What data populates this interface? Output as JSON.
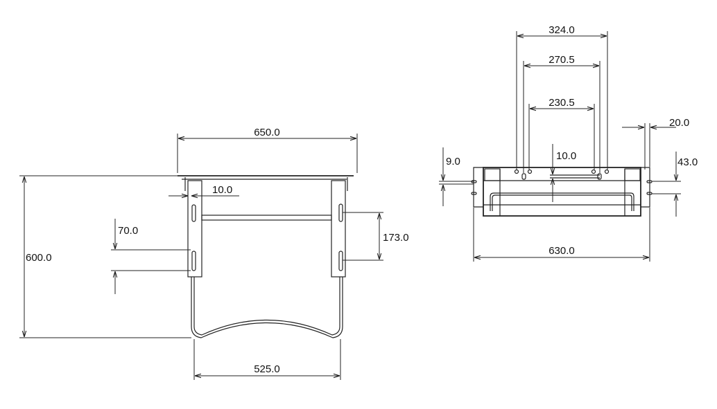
{
  "front_view": {
    "width_top": "650.0",
    "height": "600.0",
    "leg_thickness": "10.0",
    "slot_spacing_left": "70.0",
    "slot_spacing_right": "173.0",
    "width_bottom": "525.0"
  },
  "top_view": {
    "hole_span_outer": "324.0",
    "hole_span_middle": "270.5",
    "hole_span_inner": "230.5",
    "offset_center": "10.0",
    "flange_width": "20.0",
    "slot_spacing_right": "43.0",
    "slot_offset_left": "9.0",
    "overall_width": "630.0"
  }
}
